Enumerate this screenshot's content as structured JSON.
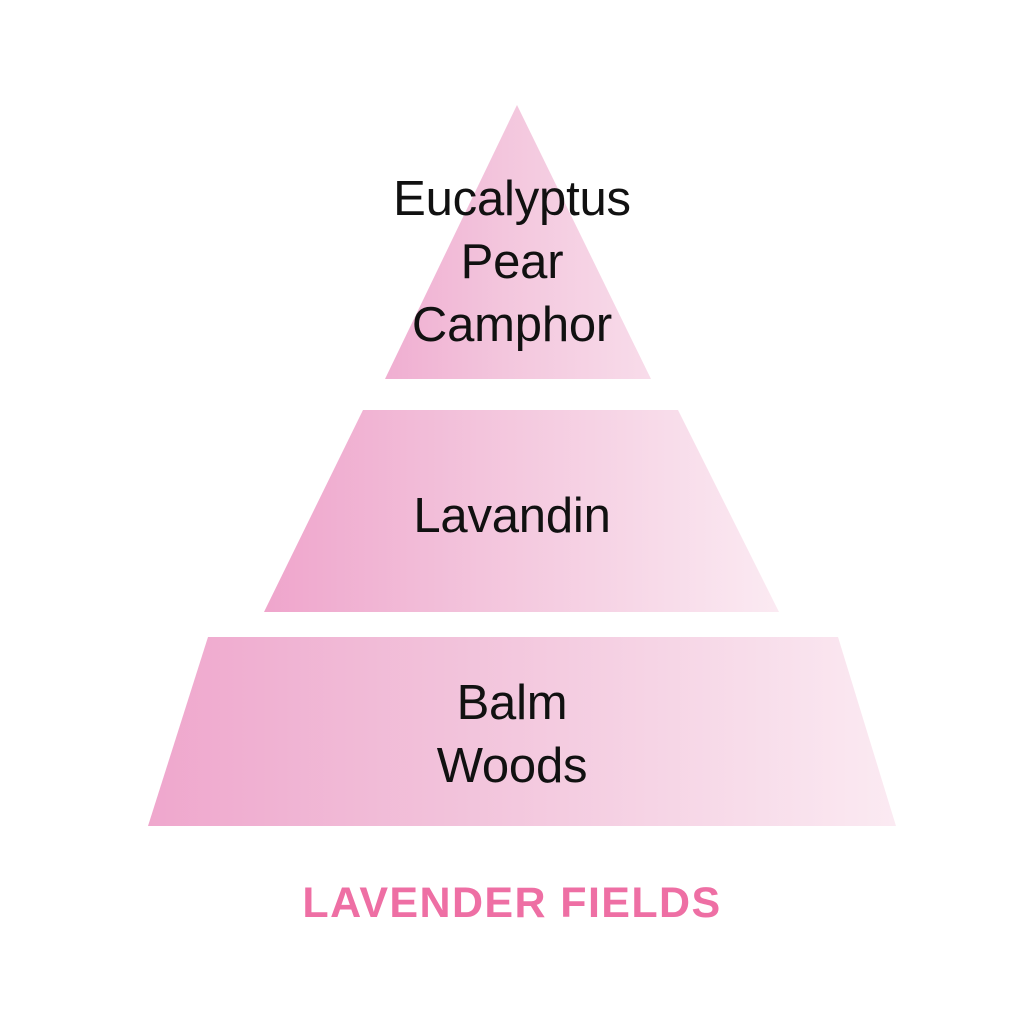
{
  "diagram": {
    "type": "fragrance-pyramid",
    "background_color": "#ffffff",
    "text_color": "#111111",
    "caption": "LAVENDER FIELDS",
    "caption_color": "#ee6fa4",
    "tiers": [
      {
        "id": "top",
        "shape": "triangle",
        "notes": [
          "Eucalyptus",
          "Pear",
          "Camphor"
        ],
        "label": "Eucalyptus\nPear\nCamphor",
        "gradient_from": "#f0aed1",
        "gradient_mid": "#f3c6dd",
        "gradient_to": "#f8dcea"
      },
      {
        "id": "middle",
        "shape": "trapezoid",
        "notes": [
          "Lavandin"
        ],
        "label": "Lavandin",
        "gradient_from": "#efa5cc",
        "gradient_mid": "#f3c4dc",
        "gradient_to": "#fbeaf2"
      },
      {
        "id": "base",
        "shape": "trapezoid",
        "notes": [
          "Balm",
          "Woods"
        ],
        "label": "Balm\nWoods",
        "gradient_from": "#efa7cd",
        "gradient_mid": "#f2c3db",
        "gradient_to": "#fbeaf2"
      }
    ]
  }
}
